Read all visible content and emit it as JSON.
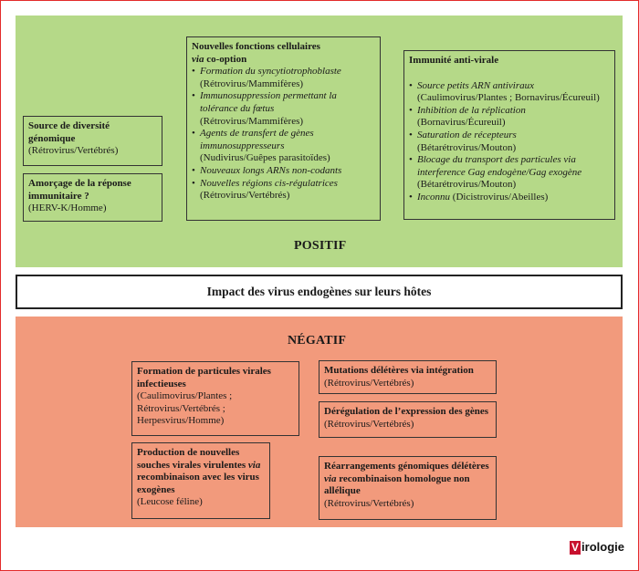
{
  "positive": {
    "label": "POSITIF",
    "diversity": {
      "title": "Source de diversité génomique",
      "detail": "(Rétrovirus/Vertébrés)"
    },
    "priming": {
      "title": "Amorçage de la réponse immunitaire ?",
      "detail": "(HERV-K/Homme)"
    },
    "cooption": {
      "title": "Nouvelles fonctions cellulaires",
      "title_via": "via",
      "title_rest": "co-option",
      "items": [
        {
          "name": "Formation du syncytiotrophoblaste",
          "detail": "(Rétrovirus/Mammifères)"
        },
        {
          "name": "Immunosuppression permettant la tolérance du fœtus",
          "detail": "(Rétrovirus/Mammifères)"
        },
        {
          "name": "Agents de transfert de gènes immunosuppresseurs",
          "detail": "(Nudivirus/Guêpes parasitoïdes)"
        },
        {
          "name": "Nouveaux longs ARNs  non-codants",
          "detail": ""
        },
        {
          "name": "Nouvelles régions cis-régulatrices",
          "detail": "(Rétrovirus/Vertébrés)"
        }
      ]
    },
    "antiviral": {
      "title": "Immunité anti-virale",
      "items": [
        {
          "name": "Source petits ARN antiviraux",
          "detail": "(Caulimovirus/Plantes ; Bornavirus/Écureuil)"
        },
        {
          "name": "Inhibition de la réplication",
          "detail": "(Bornavirus/Écureuil)"
        },
        {
          "name": "Saturation de récepteurs",
          "detail": "(Bétarétrovirus/Mouton)"
        },
        {
          "name": "Blocage du transport des particules via interference Gag endogène/Gag exogène",
          "detail": "(Bétarétrovirus/Mouton)"
        },
        {
          "name": "Inconnu",
          "detail": "(Dicistrovirus/Abeilles)"
        }
      ]
    }
  },
  "impact": "Impact des virus endogènes sur leurs hôtes",
  "negative": {
    "label": "NÉGATIF",
    "particles": {
      "title": "Formation de particules virales infectieuses",
      "detail": "(Caulimovirus/Plantes ; Rétrovirus/Vertébrés ; Herpesvirus/Homme)"
    },
    "production": {
      "title_a": "Production de nouvelles souches virales virulentes",
      "title_via": "via",
      "title_b": "recombinaison avec les virus exogènes",
      "detail": "(Leucose féline)"
    },
    "mutations": {
      "title": "Mutations délétères via intégration",
      "detail": "(Rétrovirus/Vertébrés)"
    },
    "dysregulation": {
      "title": "Dérégulation de l’expression des gènes",
      "detail": "(Rétrovirus/Vertébrés)"
    },
    "rearrangements": {
      "title_a": "Réarrangements génomiques délétères",
      "title_via": "via",
      "title_b": "recombinaison homologue non allélique",
      "detail": "(Rétrovirus/Vertébrés)"
    }
  },
  "logo": {
    "initial": "V",
    "text": "irologie"
  }
}
